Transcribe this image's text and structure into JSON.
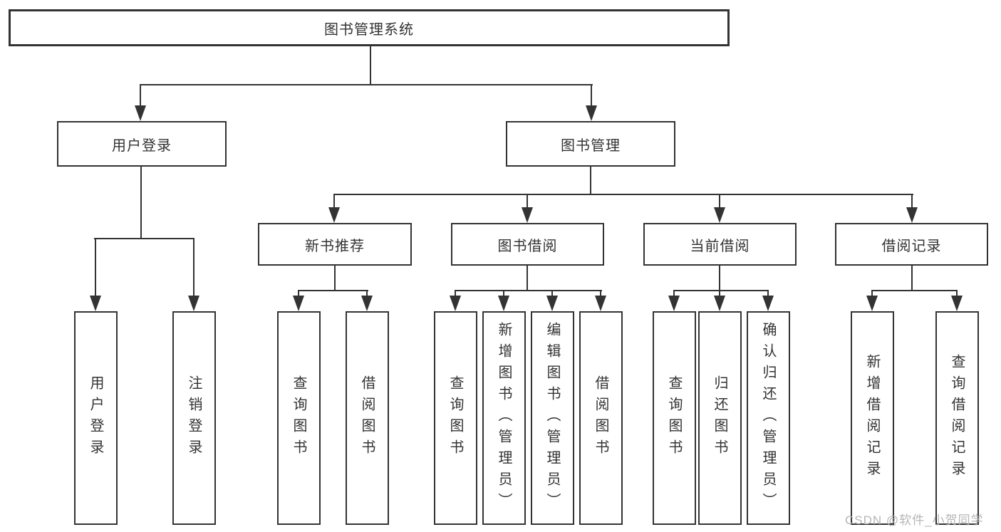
{
  "watermark": "CSDN @软件_小贺同学",
  "colors": {
    "line": "#333333",
    "text": "#333333",
    "background": "#ffffff",
    "watermark": "#b5b5b5"
  },
  "nodes": {
    "root": {
      "label": "图书管理系统"
    },
    "branches": [
      {
        "label": "用户登录",
        "leaves": [
          {
            "label": "用户登录"
          },
          {
            "label": "注销登录"
          }
        ]
      },
      {
        "label": "图书管理",
        "groups": [
          {
            "label": "新书推荐",
            "leaves": [
              {
                "label": "查询图书"
              },
              {
                "label": "借阅图书"
              }
            ]
          },
          {
            "label": "图书借阅",
            "leaves": [
              {
                "label": "查询图书"
              },
              {
                "label": "新增图书（管理员）"
              },
              {
                "label": "编辑图书（管理员）"
              },
              {
                "label": "借阅图书"
              }
            ]
          },
          {
            "label": "当前借阅",
            "leaves": [
              {
                "label": "查询图书"
              },
              {
                "label": "归还图书"
              },
              {
                "label": "确认归还（管理员）"
              }
            ]
          },
          {
            "label": "借阅记录",
            "leaves": [
              {
                "label": "新增借阅记录"
              },
              {
                "label": "查询借阅记录"
              }
            ]
          }
        ]
      }
    ]
  }
}
